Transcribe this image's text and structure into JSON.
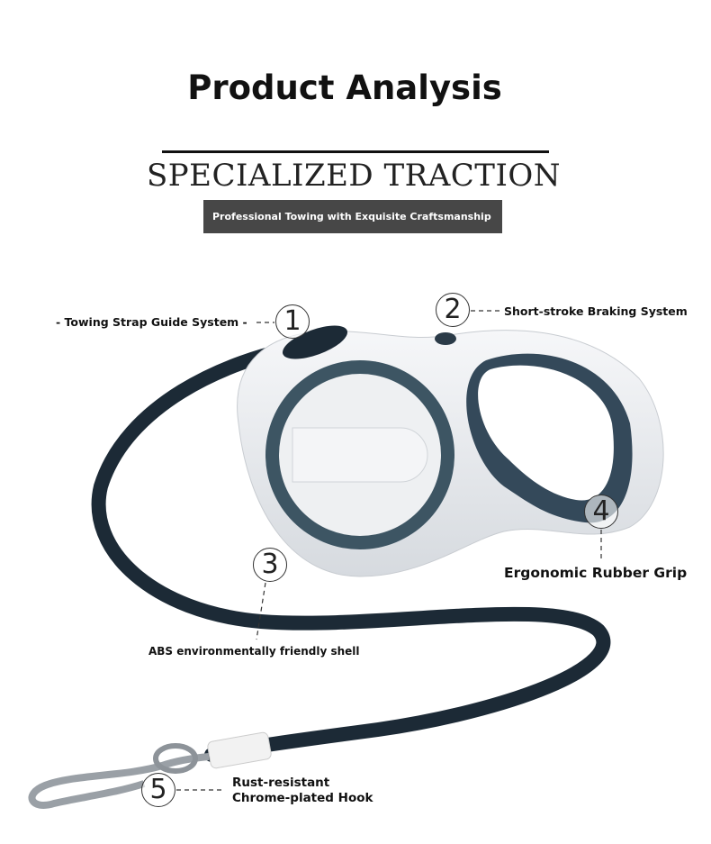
{
  "header": {
    "title": "Product Analysis",
    "subtitle": "SPECIALIZED TRACTION",
    "tagline": "Professional Towing with Exquisite Craftsmanship"
  },
  "callouts": [
    {
      "number": "1",
      "label": "- Towing Strap Guide System -"
    },
    {
      "number": "2",
      "label": "Short-stroke Braking System"
    },
    {
      "number": "3",
      "label": "ABS environmentally friendly shell"
    },
    {
      "number": "4",
      "label": "Ergonomic Rubber Grip"
    },
    {
      "number": "5",
      "label_line1": "Rust-resistant",
      "label_line2": "Chrome-plated Hook"
    }
  ],
  "colors": {
    "strap": "#1c2a36",
    "ring": "#3d5563",
    "shell": "#e9ecef",
    "tagbox": "#474747"
  }
}
